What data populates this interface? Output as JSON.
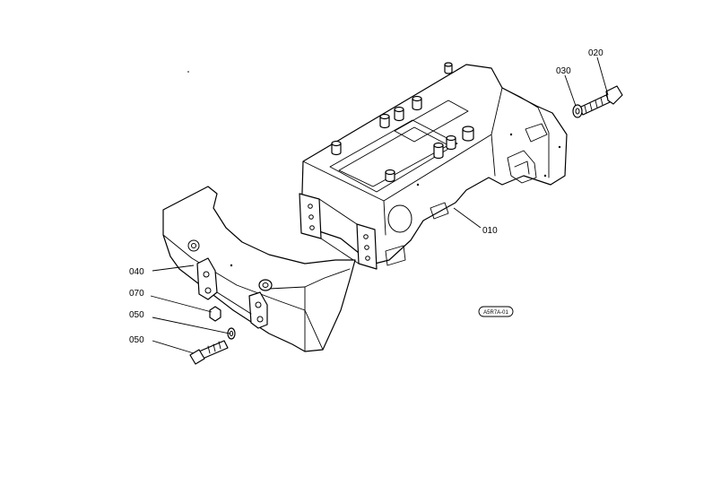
{
  "callouts": {
    "c020": "020",
    "c030": "030",
    "c010": "010",
    "c040": "040",
    "c070": "070",
    "c050_upper": "050",
    "c050_lower": "050"
  },
  "stamp_code": "A5R7A-01"
}
